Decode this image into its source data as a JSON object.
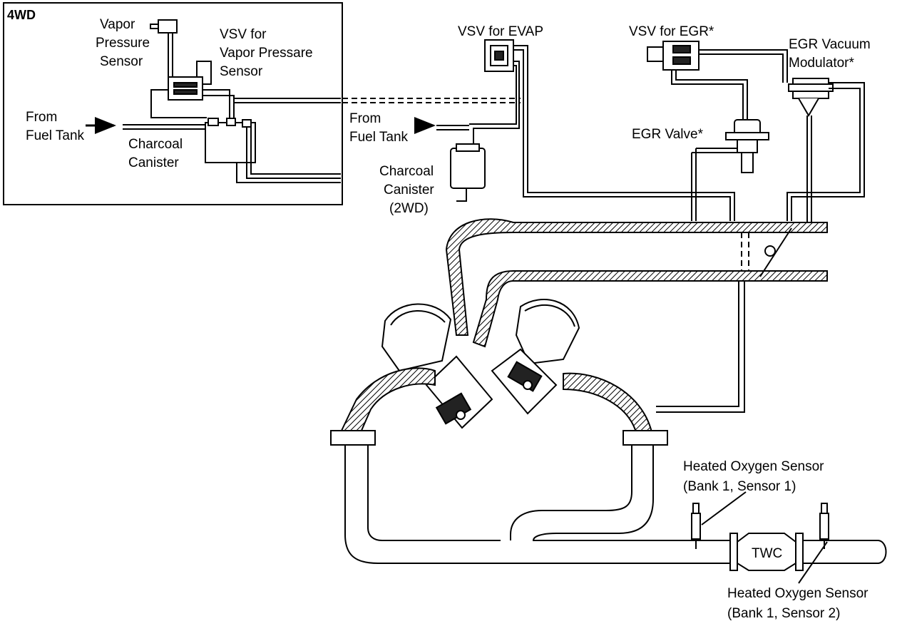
{
  "labels": {
    "inset_title": "4WD",
    "vapor_pressure_sensor": [
      "Vapor",
      "Pressure",
      "Sensor"
    ],
    "vsv_vapor": [
      "VSV for",
      "Vapor Pressare",
      "Sensor"
    ],
    "from_fuel_tank_4wd": [
      "From",
      "Fuel Tank"
    ],
    "charcoal_canister_4wd": [
      "Charcoal",
      "Canister"
    ],
    "vsv_evap": "VSV for EVAP",
    "from_fuel_tank_2wd": [
      "From",
      "Fuel Tank"
    ],
    "charcoal_canister_2wd": [
      "Charcoal",
      "Canister",
      "(2WD)"
    ],
    "vsv_egr": "VSV for EGR*",
    "egr_vacuum_modulator": [
      "EGR Vacuum",
      "Modulator*"
    ],
    "egr_valve": "EGR Valve*",
    "ho2s_1": [
      "Heated Oxygen Sensor",
      "(Bank 1, Sensor 1)"
    ],
    "twc": "TWC",
    "ho2s_2": [
      "Heated Oxygen Sensor",
      "(Bank 1, Sensor 2)"
    ]
  }
}
